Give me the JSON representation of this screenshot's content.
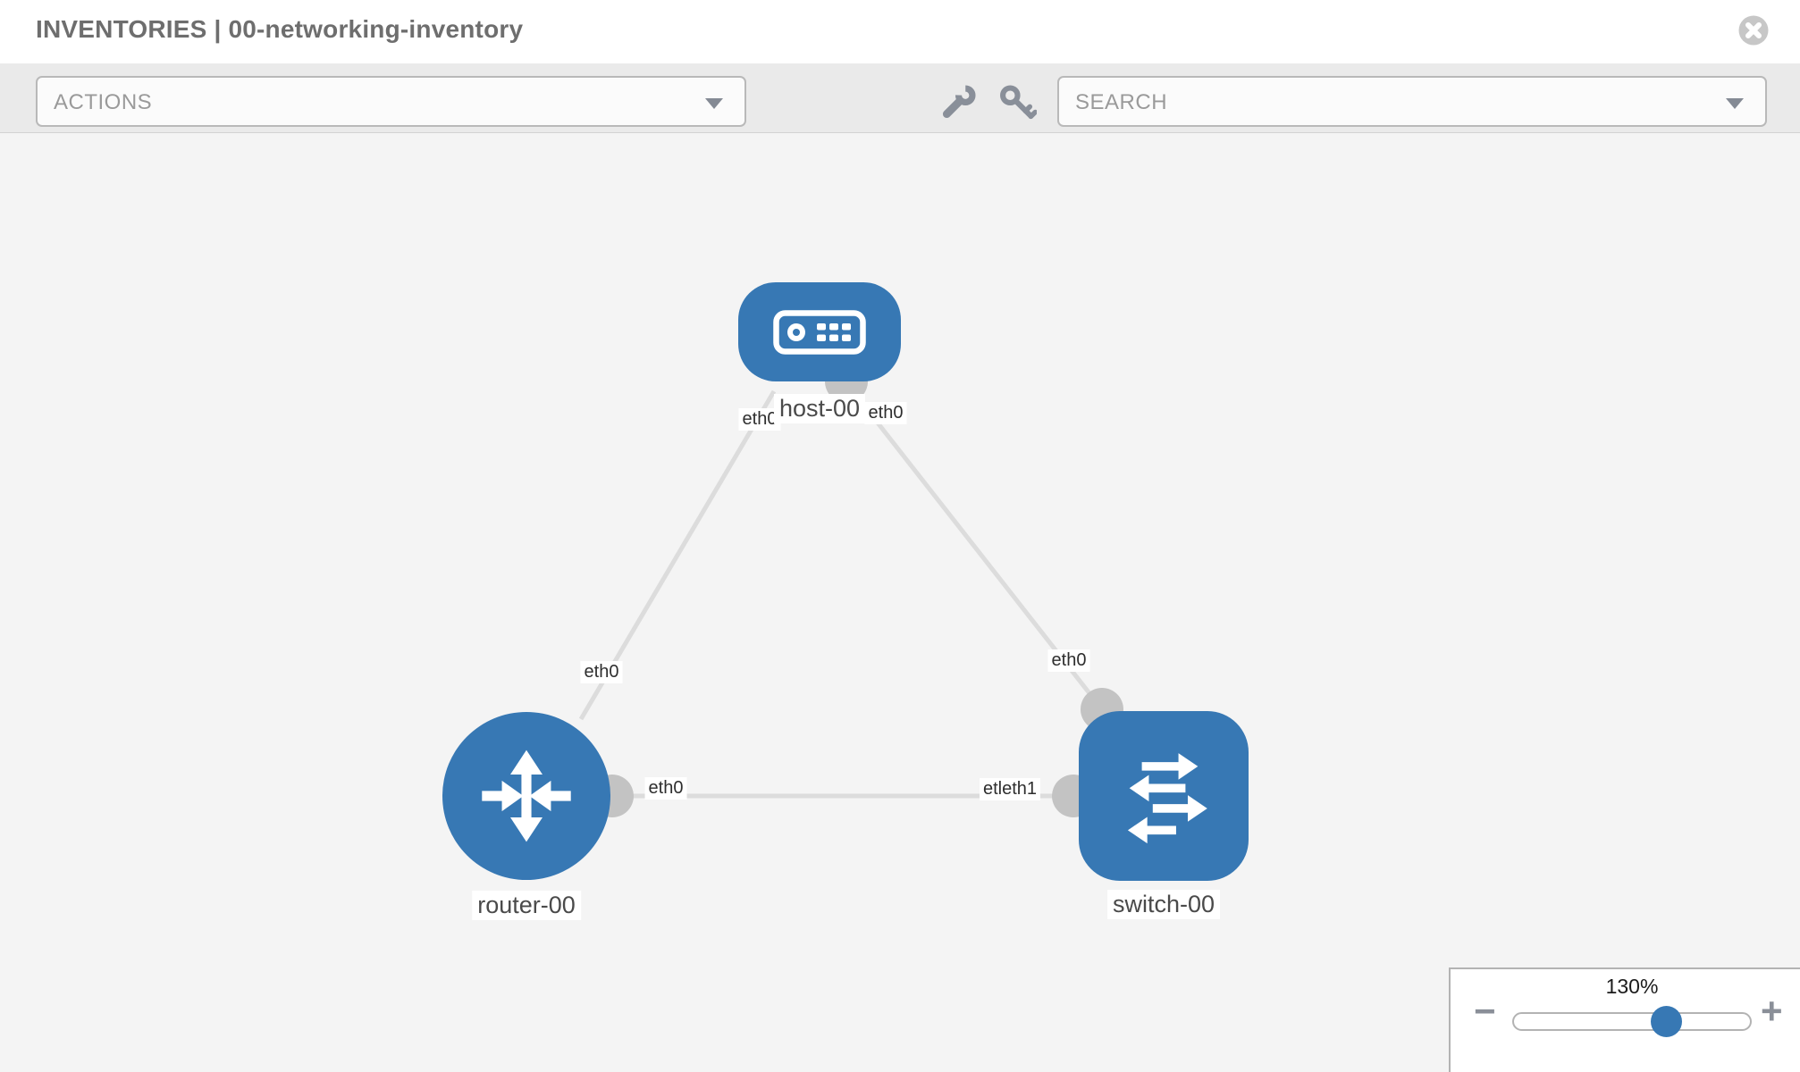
{
  "header": {
    "title": "INVENTORIES | 00-networking-inventory"
  },
  "toolbar": {
    "actions": {
      "label": "ACTIONS"
    },
    "search": {
      "label": "SEARCH"
    },
    "tools": [
      {
        "icon": "wrench-icon"
      },
      {
        "icon": "key-icon"
      }
    ]
  },
  "colors": {
    "node_blue": "#3778b4",
    "connector_gray": "#c3c3c3",
    "edge_gray": "#dcdcdc",
    "toolbar_bg": "#eaeaea",
    "canvas_bg": "#f4f4f4"
  },
  "topology": {
    "nodes": [
      {
        "id": "host-00",
        "type": "host",
        "label": "host-00",
        "icon": "host-icon"
      },
      {
        "id": "router-00",
        "type": "router",
        "label": "router-00",
        "icon": "router-icon"
      },
      {
        "id": "switch-00",
        "type": "switch",
        "label": "switch-00",
        "icon": "switch-icon"
      }
    ],
    "links": [
      {
        "from": "host-00",
        "to": "router-00",
        "from_interface": "eth0",
        "to_interface": "eth0"
      },
      {
        "from": "host-00",
        "to": "switch-00",
        "from_interface": "eth0",
        "to_interface": "eth0"
      },
      {
        "from": "router-00",
        "to": "switch-00",
        "from_interface": "eth0",
        "to_interface": "etleth1"
      }
    ],
    "interface_labels": {
      "host_left": "eth0",
      "host_right": "eth0",
      "router_top": "eth0",
      "switch_top": "eth0",
      "bottom_near_router": "eth0",
      "bottom_near_switch": "etleth1"
    }
  },
  "zoom_control": {
    "level": "130%",
    "minus_label": "−",
    "plus_label": "+"
  }
}
